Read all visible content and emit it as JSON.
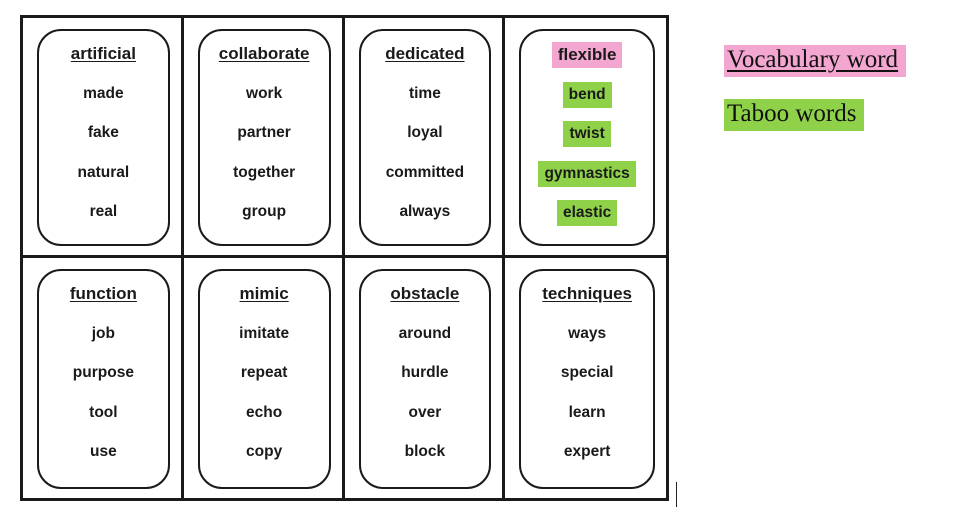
{
  "cards": [
    {
      "vocab": "artificial",
      "taboo": [
        "made",
        "fake",
        "natural",
        "real"
      ]
    },
    {
      "vocab": "collaborate",
      "taboo": [
        "work",
        "partner",
        "together",
        "group"
      ]
    },
    {
      "vocab": "dedicated",
      "taboo": [
        "time",
        "loyal",
        "committed",
        "always"
      ]
    },
    {
      "vocab": "flexible",
      "taboo": [
        "bend",
        "twist",
        "gymnastics",
        "elastic"
      ]
    },
    {
      "vocab": "function",
      "taboo": [
        "job",
        "purpose",
        "tool",
        "use"
      ]
    },
    {
      "vocab": "mimic",
      "taboo": [
        "imitate",
        "repeat",
        "echo",
        "copy"
      ]
    },
    {
      "vocab": "obstacle",
      "taboo": [
        "around",
        "hurdle",
        "over",
        "block"
      ]
    },
    {
      "vocab": "techniques",
      "taboo": [
        "ways",
        "special",
        "learn",
        "expert"
      ]
    }
  ],
  "legend": {
    "vocab_label": "Vocabulary word",
    "taboo_label": "Taboo words"
  },
  "colors": {
    "vocab_highlight": "#f3a6cf",
    "taboo_highlight": "#8fd24a",
    "ink": "#1a1a1a"
  }
}
